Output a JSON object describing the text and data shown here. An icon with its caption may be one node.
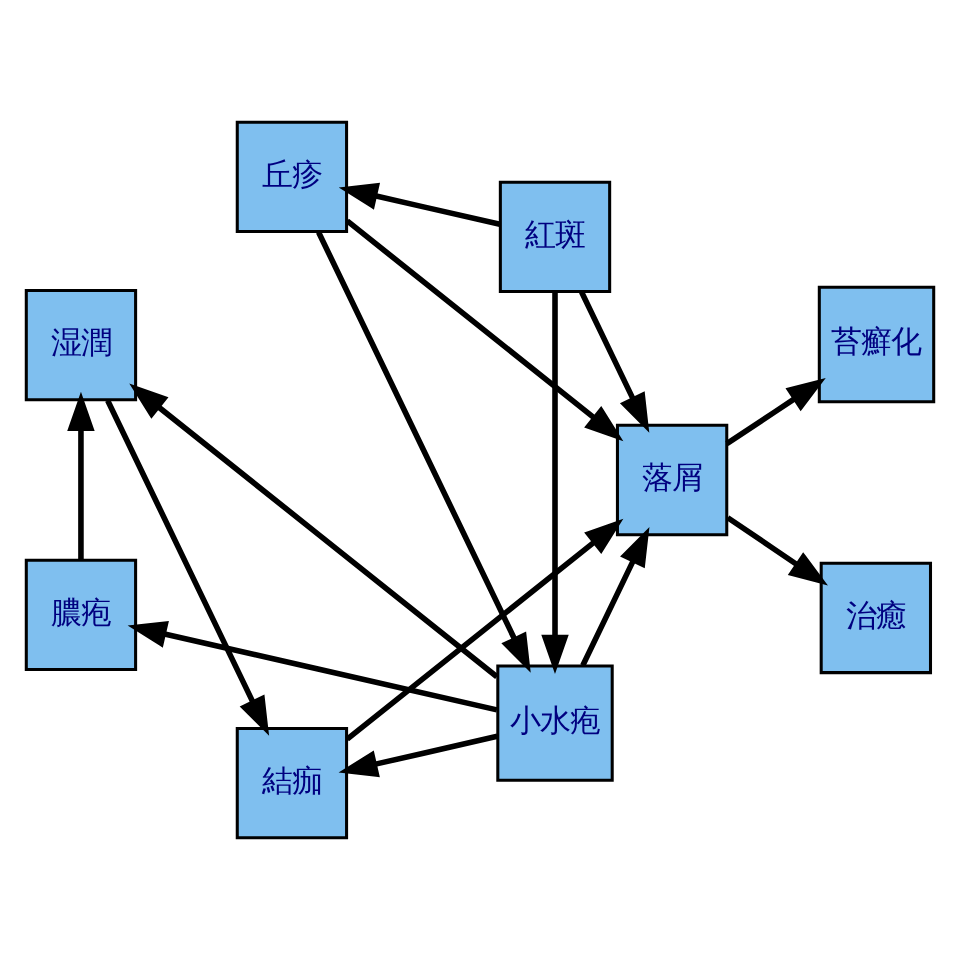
{
  "diagram": {
    "nodes": [
      {
        "text": [
          "小水疱"
        ]
      },
      {
        "text": [
          "膿疱"
        ]
      },
      {
        "text": [
          "丘疹"
        ]
      },
      {
        "text": [
          "湿潤"
        ]
      },
      {
        "text": [
          "紅斑"
        ]
      },
      {
        "text": [
          "結痂"
        ]
      },
      {
        "text": [
          "治癒"
        ]
      },
      {
        "text": [
          "落屑"
        ]
      },
      {
        "text": [
          "苔癬化"
        ]
      }
    ],
    "edges": [
      {
        "from": 0,
        "to": 1,
        "arrow": "to"
      },
      {
        "from": 0,
        "to": 3,
        "arrow": "to"
      },
      {
        "from": 0,
        "to": 5,
        "arrow": "to"
      },
      {
        "from": 0,
        "to": 7,
        "arrow": "to"
      },
      {
        "from": 1,
        "to": 3,
        "arrow": "to"
      },
      {
        "from": 2,
        "to": 0,
        "arrow": "to"
      },
      {
        "from": 2,
        "to": 7,
        "arrow": "to"
      },
      {
        "from": 4,
        "to": 2,
        "arrow": "to"
      },
      {
        "from": 4,
        "to": 0,
        "arrow": "to"
      },
      {
        "from": 4,
        "to": 7,
        "arrow": "to"
      },
      {
        "from": 3,
        "to": 5,
        "arrow": "to"
      },
      {
        "from": 5,
        "to": 7,
        "arrow": "to"
      },
      {
        "from": 7,
        "to": 6,
        "arrow": "to"
      },
      {
        "from": 7,
        "to": 8,
        "arrow": "to"
      }
    ]
  }
}
